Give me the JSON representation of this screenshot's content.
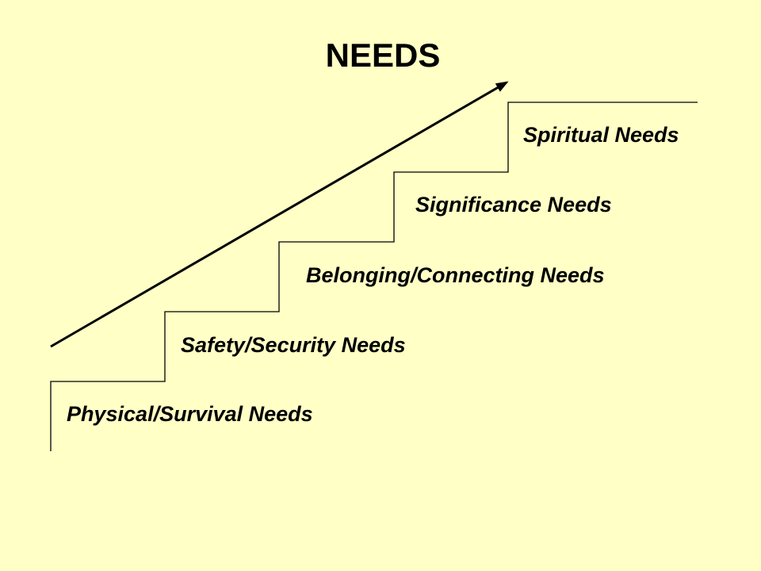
{
  "slide": {
    "title": "NEEDS",
    "background_color": "#FFFFC6",
    "line_color": "#000000"
  },
  "steps": [
    {
      "label": "Physical/Survival Needs"
    },
    {
      "label": "Safety/Security Needs"
    },
    {
      "label": "Belonging/Connecting Needs"
    },
    {
      "label": "Significance Needs"
    },
    {
      "label": "Spiritual Needs"
    }
  ]
}
